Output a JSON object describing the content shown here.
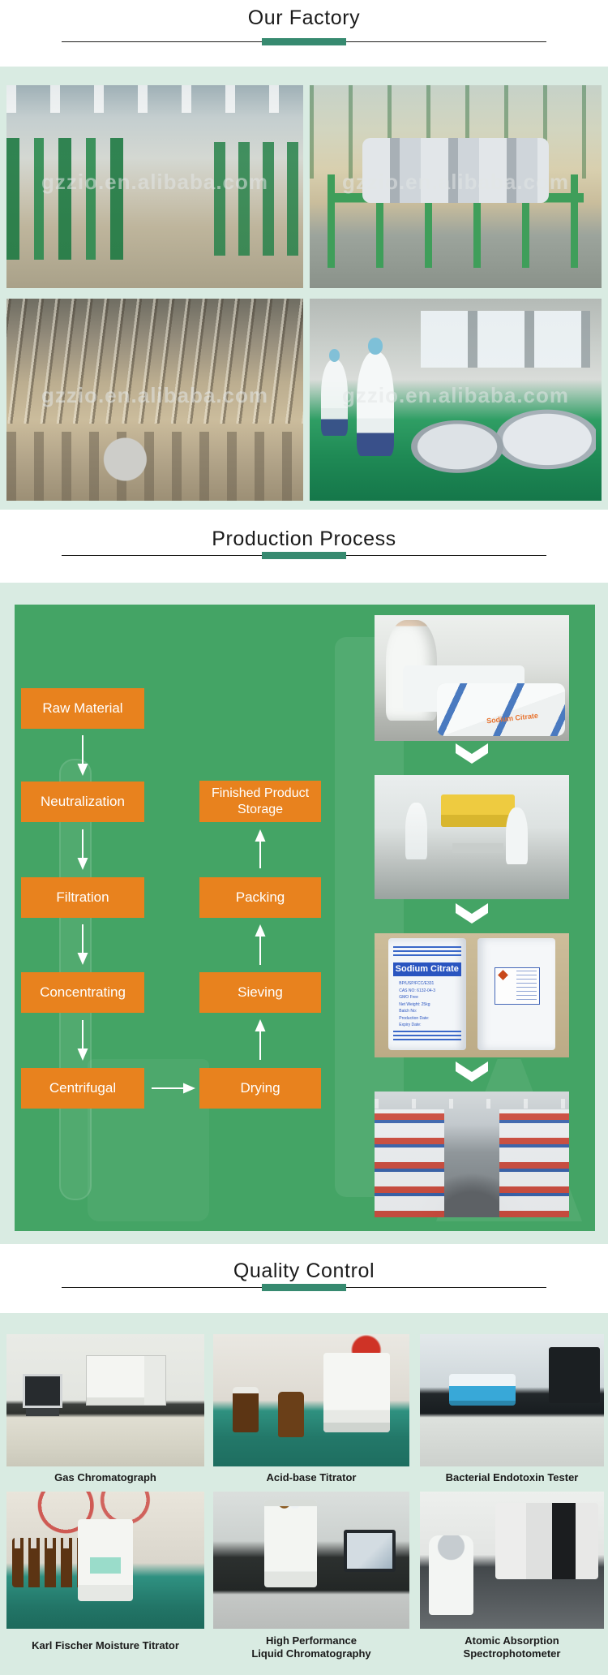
{
  "watermark": "gzzio.en.alibaba.com",
  "theme": {
    "mint": "#d9ebe2",
    "green": "#44a465",
    "orange": "#e8821e",
    "accent": "#378a70",
    "rule": "#1d1d1b",
    "ink": "#1b1b1b",
    "caption": "#1a1a1a"
  },
  "factory": {
    "title": "Our Factory"
  },
  "process": {
    "title": "Production Process",
    "flow_left": [
      "Raw Material",
      "Neutralization",
      "Filtration",
      "Concentrating",
      "Centrifugal"
    ],
    "flow_right": [
      "Finished Product Storage",
      "Packing",
      "Sieving",
      "Drying"
    ],
    "bag_product": "Sodium Citrate",
    "bag_lines": "BP/USP/FCC/E331\nCAS NO: 6132-04-3\nGMO Free\nNet Weight: 25kg\nBatch No:\nProduction Date:\nExpiry Date:"
  },
  "quality": {
    "title": "Quality Control",
    "captions": [
      "Gas Chromatograph",
      "Acid-base Titrator",
      "Bacterial Endotoxin Tester",
      "Karl Fischer Moisture Titrator",
      "High Performance\nLiquid Chromatography",
      "Atomic Absorption\nSpectrophotometer"
    ]
  }
}
